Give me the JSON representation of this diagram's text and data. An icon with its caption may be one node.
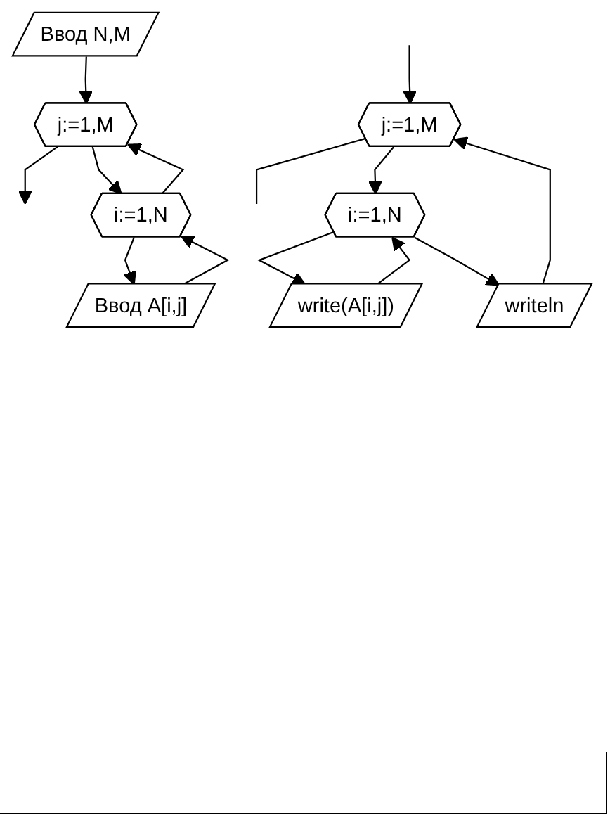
{
  "diagram": {
    "nodes": [
      {
        "text": [
          "Ввод N,M"
        ]
      },
      {
        "text": [
          "j:=1,M"
        ]
      },
      {
        "text": [
          "i:=1,N"
        ]
      },
      {
        "text": [
          "Ввод A[i,j]"
        ]
      },
      {
        "text": [
          "j:=1,M"
        ]
      },
      {
        "text": [
          "i:=1,N"
        ]
      },
      {
        "text": [
          "write(A[i,j])"
        ]
      },
      {
        "text": [
          "writeln"
        ]
      }
    ],
    "edges": [
      {
        "from": 0,
        "to": 1,
        "arrow": "to"
      },
      {
        "from": 1,
        "to": 2,
        "arrow": "to"
      },
      {
        "from": 2,
        "to": 3,
        "arrow": "to"
      },
      {
        "from": 3,
        "to": 2,
        "arrow": "to"
      },
      {
        "from": 2,
        "to": 1,
        "arrow": "to"
      },
      {
        "from": 1,
        "to": null,
        "arrow": "to"
      },
      {
        "from": null,
        "to": 4,
        "arrow": "to"
      },
      {
        "from": 4,
        "to": 5,
        "arrow": "to"
      },
      {
        "from": 5,
        "to": 6,
        "arrow": "to"
      },
      {
        "from": 6,
        "to": 5,
        "arrow": "to"
      },
      {
        "from": 5,
        "to": 7,
        "arrow": "to"
      },
      {
        "from": 7,
        "to": 4,
        "arrow": "to"
      },
      {
        "from": 4,
        "to": null,
        "arrow": "none"
      }
    ]
  }
}
